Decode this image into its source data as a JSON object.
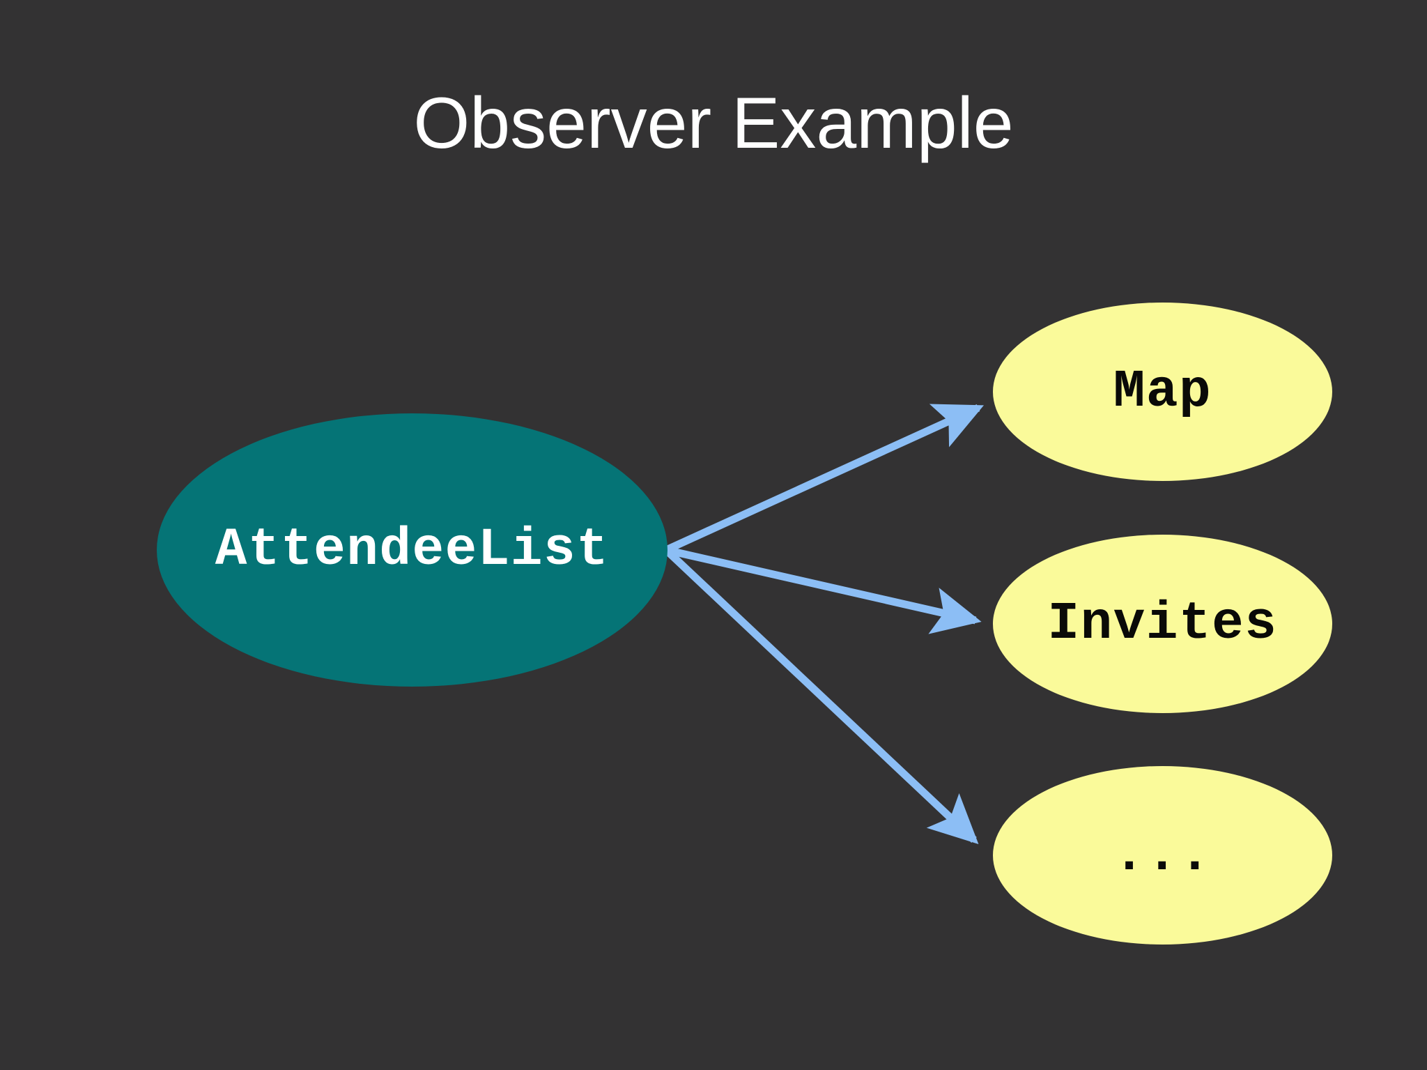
{
  "slide": {
    "title": "Observer Example",
    "background_color": "#333233",
    "title_color": "#ffffff"
  },
  "diagram": {
    "type": "observer-pattern",
    "subject": {
      "label": "AttendeeList",
      "fill_color": "#057476",
      "text_color": "#ffffff",
      "shape": "ellipse"
    },
    "observers": [
      {
        "label": "Map",
        "fill_color": "#fafa9a",
        "text_color": "#0a0a08",
        "shape": "ellipse"
      },
      {
        "label": "Invites",
        "fill_color": "#fafa9a",
        "text_color": "#0a0a08",
        "shape": "ellipse"
      },
      {
        "label": "...",
        "fill_color": "#fafa9a",
        "text_color": "#0a0a08",
        "shape": "ellipse"
      }
    ],
    "connectors": {
      "color": "#8cbef5",
      "style": "solid-arrow",
      "count": 3,
      "origin_label": "AttendeeList",
      "target_labels": [
        "Map",
        "Invites",
        "..."
      ]
    }
  }
}
